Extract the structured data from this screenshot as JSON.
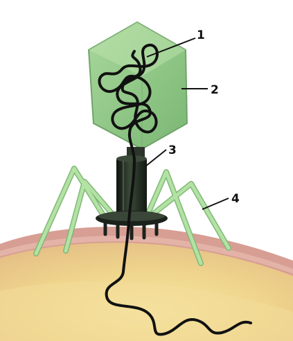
{
  "labels": {
    "dna": "1",
    "capsid": "2",
    "tail_sheath": "3",
    "tail_fibers": "4"
  },
  "colors": {
    "background": "#ffffff",
    "capsid_fill": "#93c98a",
    "capsid_edge": "#6fa46a",
    "fiber": "#a8dc98",
    "fiber_edge": "#7fb877",
    "dna": "#111111",
    "sheath": "#1f2a1f",
    "cell_outer": "#d9a49a",
    "cell_inner": "#f0d88e",
    "label_text": "#111111"
  }
}
